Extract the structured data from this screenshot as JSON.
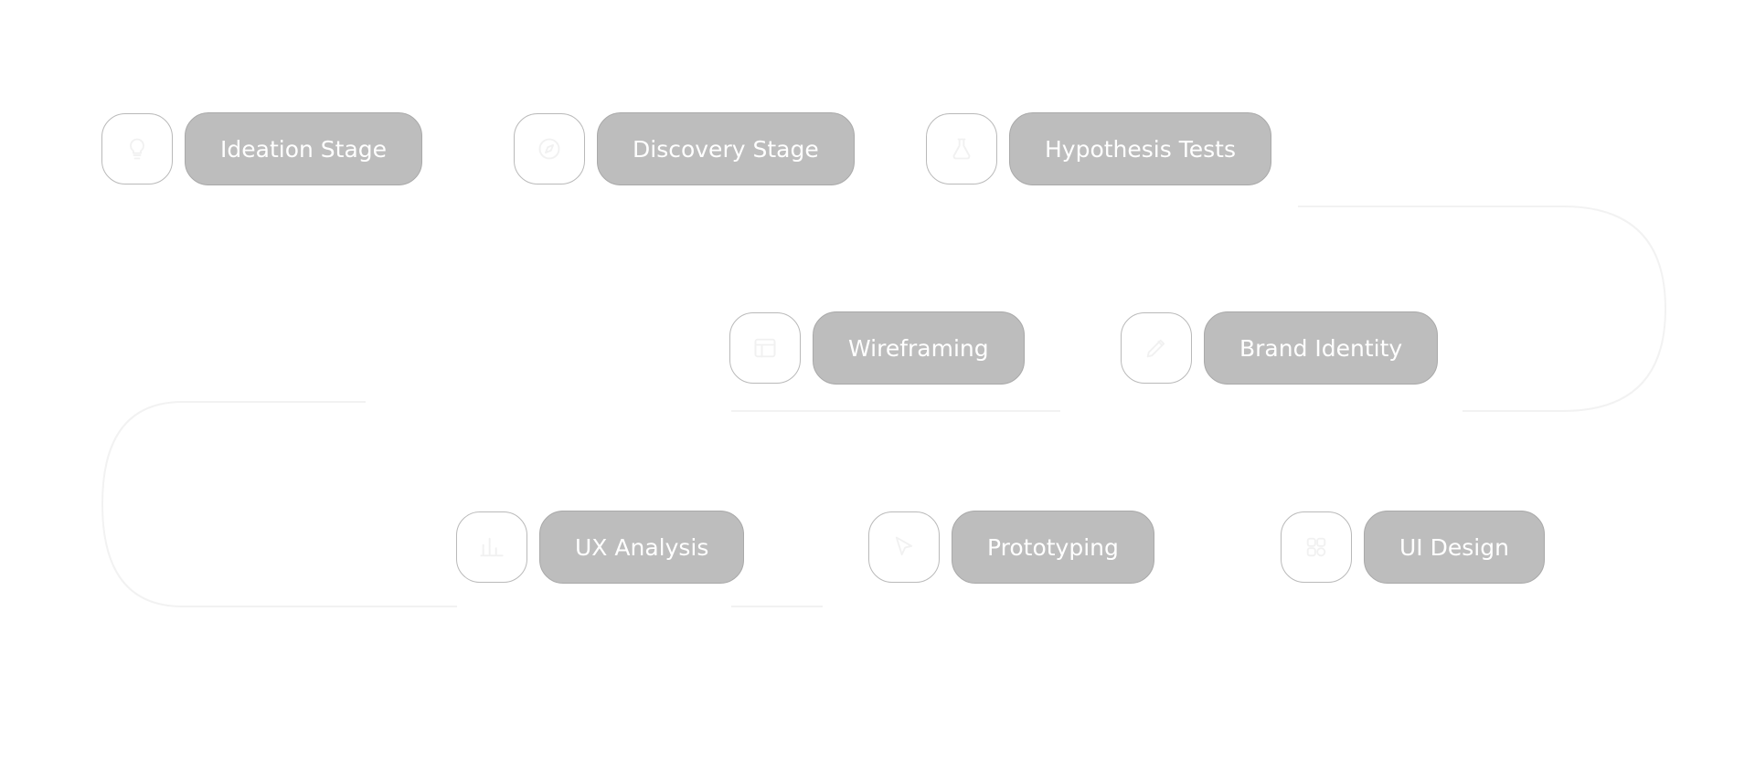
{
  "nodes": [
    {
      "id": "ideation",
      "label": "Ideation Stage",
      "icon": "lightbulb-icon"
    },
    {
      "id": "discovery",
      "label": "Discovery Stage",
      "icon": "compass-icon"
    },
    {
      "id": "hypothesis",
      "label": "Hypothesis Tests",
      "icon": "flask-icon"
    },
    {
      "id": "wireframing",
      "label": "Wireframing",
      "icon": "layout-icon"
    },
    {
      "id": "brand",
      "label": "Brand Identity",
      "icon": "pen-icon"
    },
    {
      "id": "ux",
      "label": "UX Analysis",
      "icon": "chart-icon"
    },
    {
      "id": "prototyping",
      "label": "Prototyping",
      "icon": "cursor-icon"
    },
    {
      "id": "ui",
      "label": "UI Design",
      "icon": "figma-icon"
    }
  ],
  "colors": {
    "pill_fill": "#bdbdbd",
    "pill_border": "#a9a9a9",
    "icon_border": "#b9b9b9",
    "connector": "#f2f2f2"
  }
}
